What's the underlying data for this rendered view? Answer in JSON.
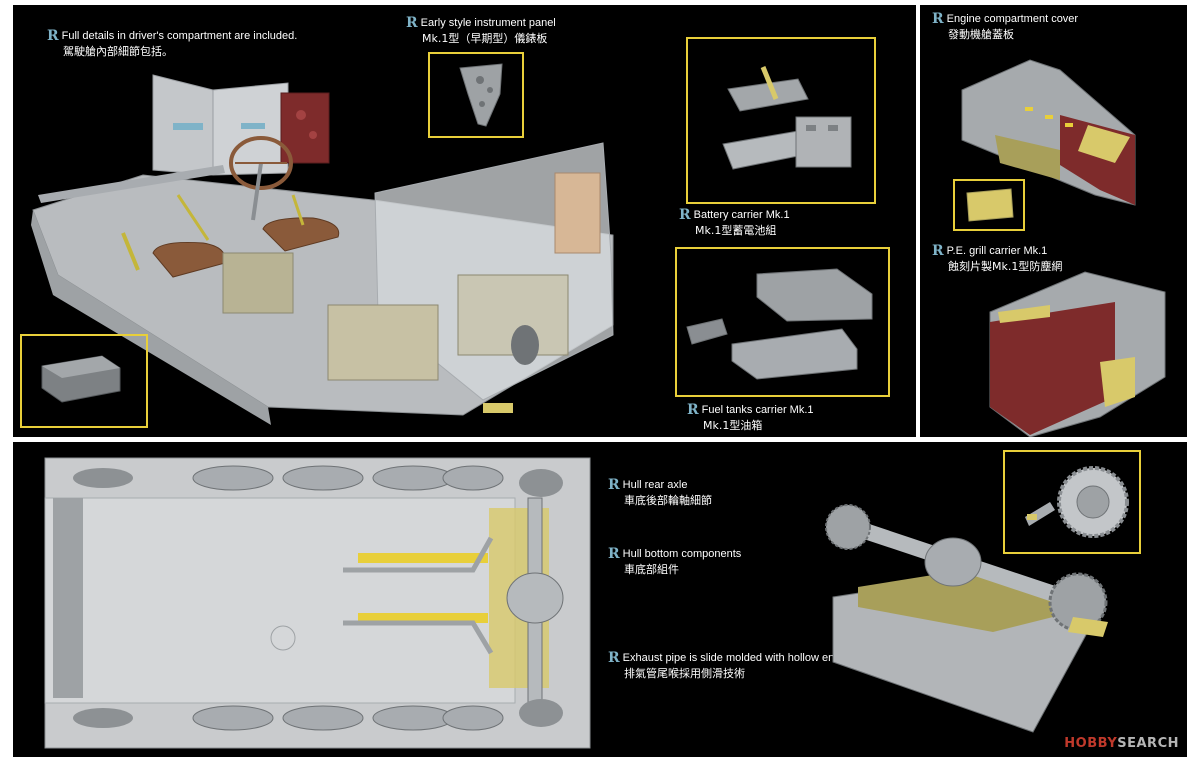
{
  "captions": {
    "driver": {
      "marker": "R",
      "en": "Full details in driver's compartment are included.",
      "zh": "駕駛艙內部細節包括。"
    },
    "instrument": {
      "marker": "R",
      "en": "Early style instrument panel",
      "zh": "Mk.1型（早期型）儀錶板"
    },
    "battery": {
      "marker": "R",
      "en": "Battery carrier Mk.1",
      "zh": "Mk.1型蓄電池組"
    },
    "fuel": {
      "marker": "R",
      "en": "Fuel tanks carrier Mk.1",
      "zh": "Mk.1型油箱"
    },
    "engine_cover": {
      "marker": "R",
      "en": "Engine compartment cover",
      "zh": "發動機艙蓋板"
    },
    "grill": {
      "marker": "R",
      "en": "P.E. grill carrier Mk.1",
      "zh": "蝕刻片製Mk.1型防塵網"
    },
    "rear_axle": {
      "marker": "R",
      "en": "Hull rear axle",
      "zh": "車底後部輪軸細節"
    },
    "bottom": {
      "marker": "R",
      "en": "Hull bottom components",
      "zh": "車底部組件"
    },
    "exhaust": {
      "marker": "R",
      "en": "Exhaust pipe is slide molded with hollow end",
      "zh": "排氣管尾喉採用側滑技術"
    }
  },
  "watermark": {
    "part1": "HOBBY",
    "part2": "SEARCH"
  },
  "colors": {
    "background": "#000000",
    "highlight_box": "#e8cf3a",
    "marker": "#7fb3c8",
    "hull_grey": "#c9cbcd",
    "seat_brown": "#8a5a3a",
    "plate_red": "#7e2b2b",
    "pe_brass": "#d8c96a"
  }
}
